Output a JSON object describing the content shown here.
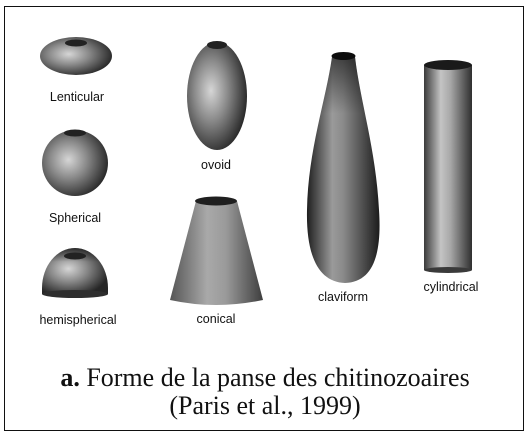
{
  "shapes": {
    "lenticular": "Lenticular",
    "spherical": "Spherical",
    "hemispherical": "hemispherical",
    "ovoid": "ovoid",
    "conical": "conical",
    "claviform": "claviform",
    "cylindrical": "cylindrical"
  },
  "caption": {
    "letter": "a.",
    "line1": "Forme de la panse des chitinozoaires",
    "line2": "(Paris et al., 1999)"
  }
}
